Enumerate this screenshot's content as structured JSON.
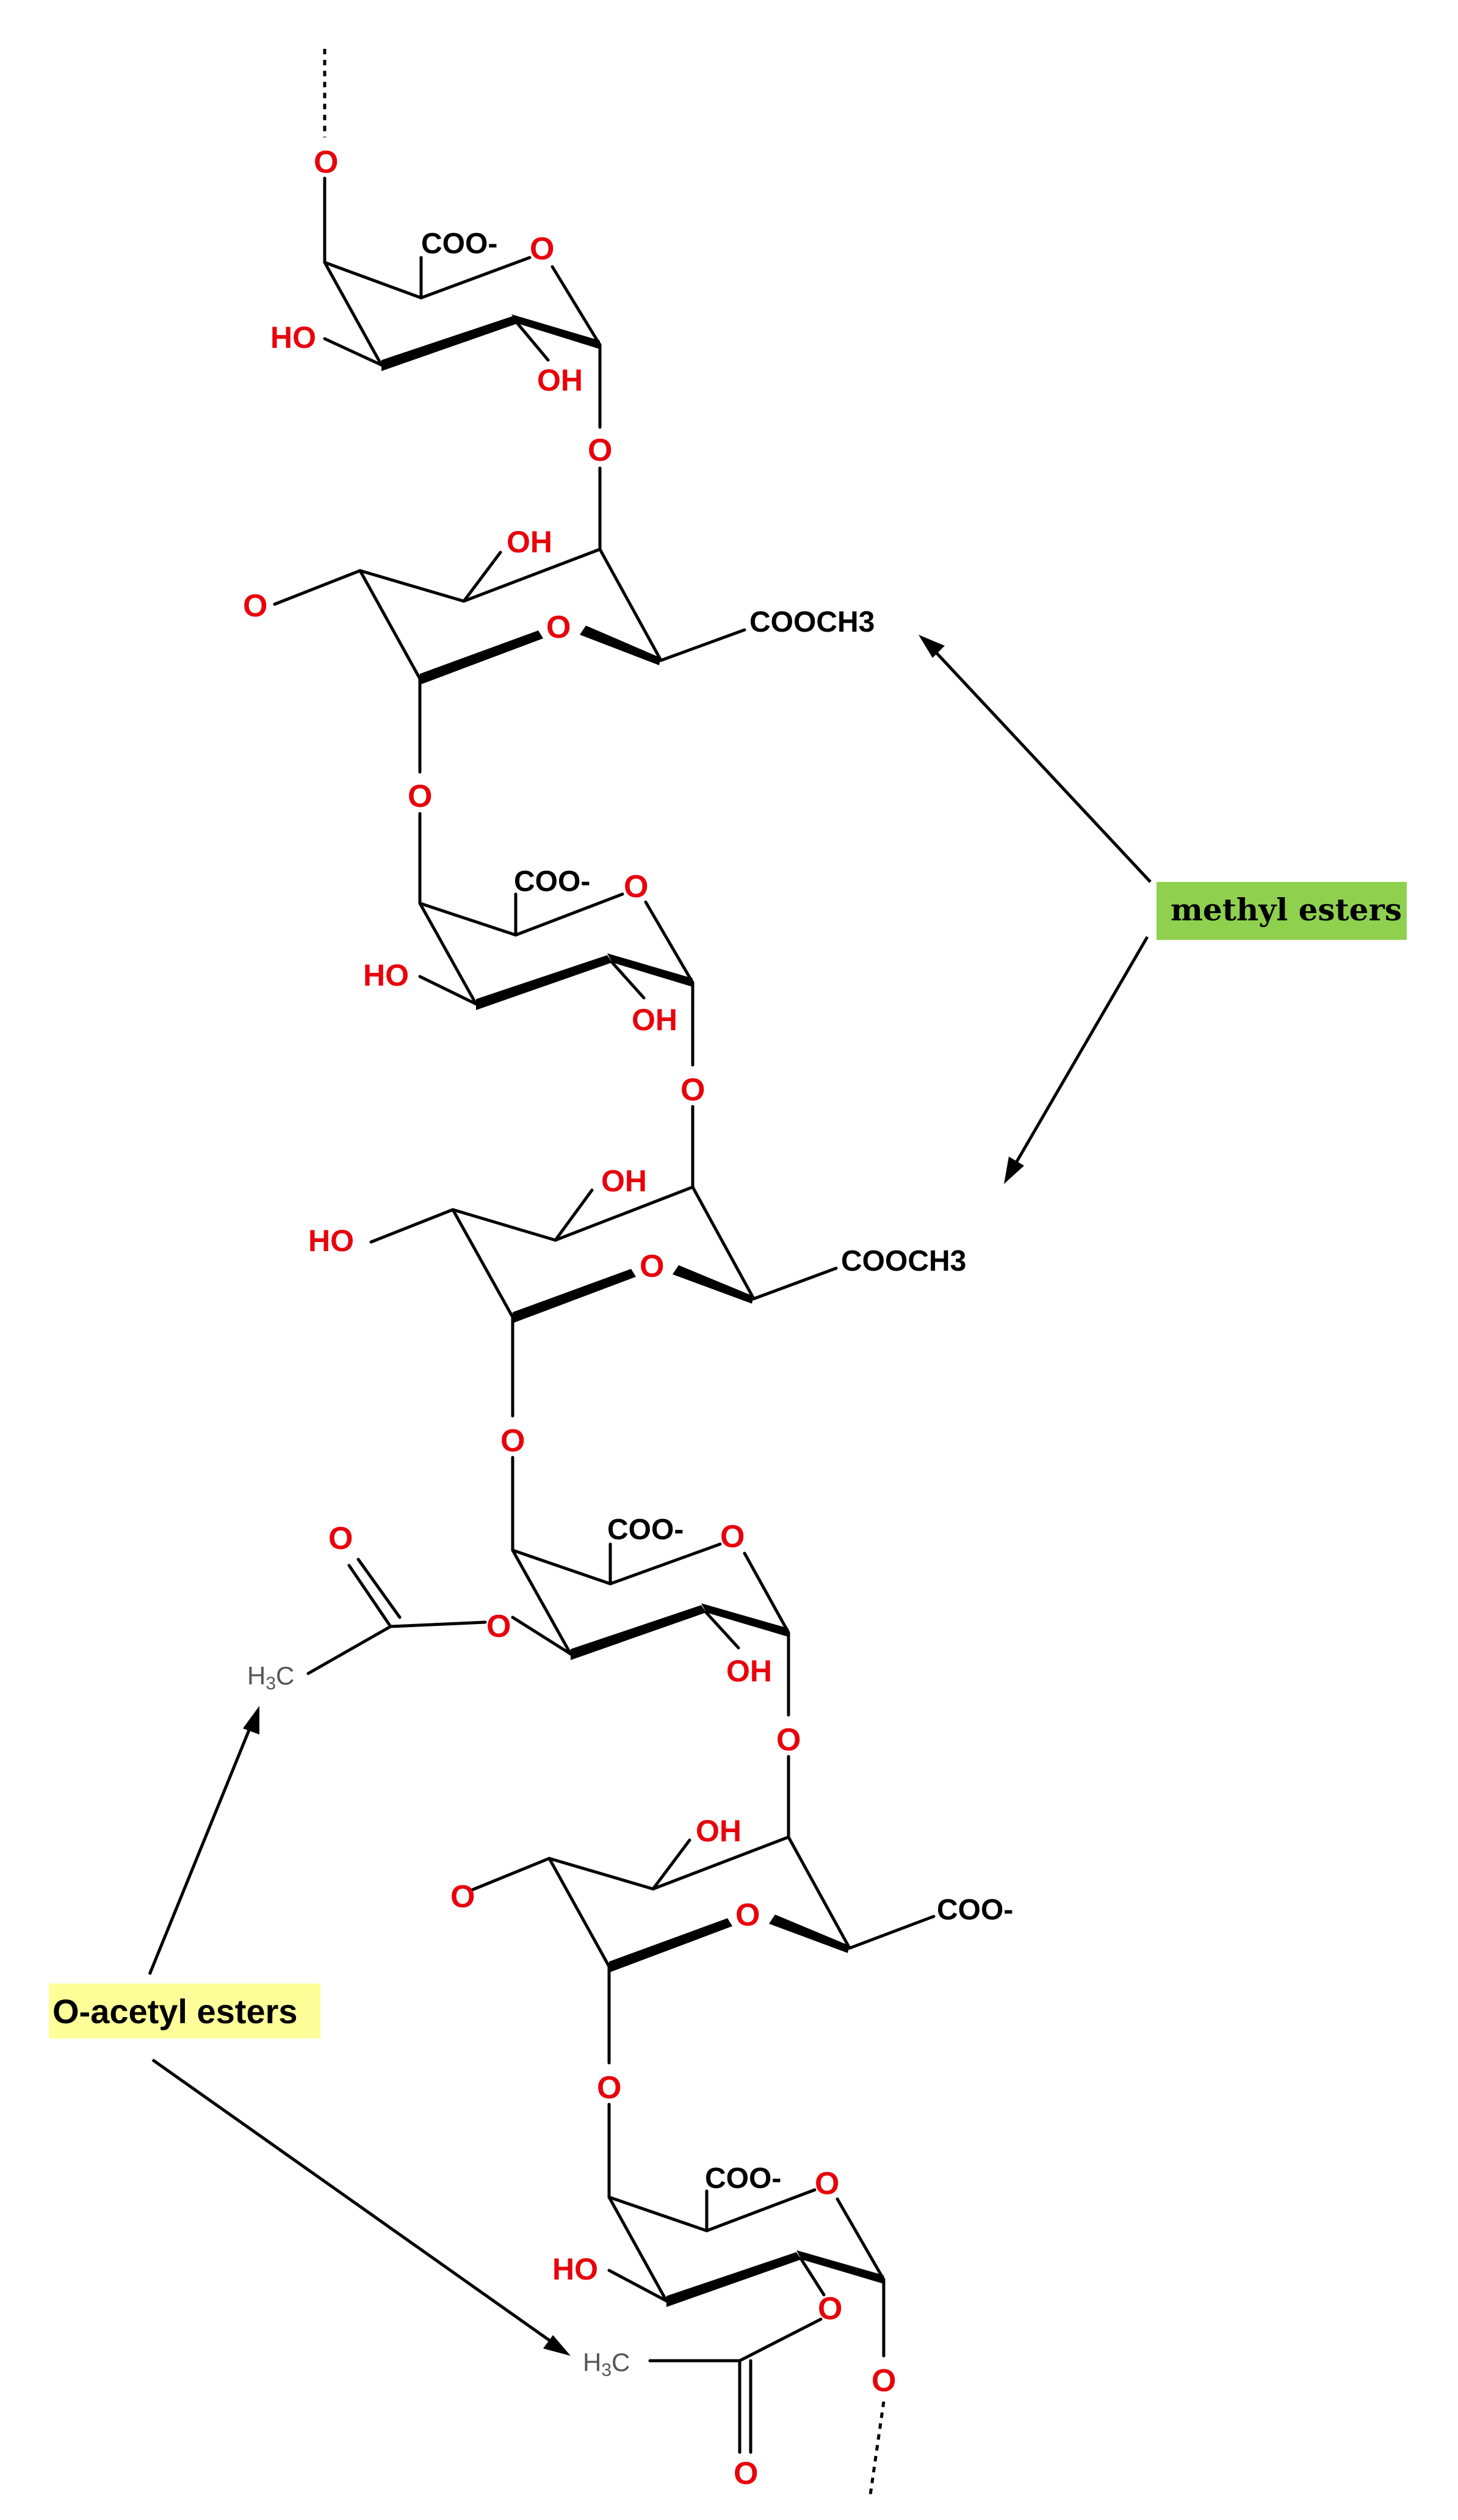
{
  "labels": {
    "methyl_esters": "methyl esters",
    "o_acetyl_esters": "O-acetyl esters"
  },
  "colors": {
    "oxygen": "#e8000b",
    "methyl_esters_bg": "#8fd14f",
    "o_acetyl_esters_bg": "#ffff99",
    "methyl_group": "#555555"
  },
  "units": [
    {
      "name": "unit-1",
      "ring_o": "O",
      "carboxyl": "COO-",
      "substituents": [
        "HO",
        "OH"
      ]
    },
    {
      "name": "unit-2",
      "ring_o": "O",
      "carboxyl": "COOCH3",
      "substituents": [
        "OH",
        "O"
      ]
    },
    {
      "name": "unit-3",
      "ring_o": "O",
      "carboxyl": "COO-",
      "substituents": [
        "HO",
        "OH"
      ]
    },
    {
      "name": "unit-4",
      "ring_o": "O",
      "carboxyl": "COOCH3",
      "substituents": [
        "OH",
        "HO"
      ]
    },
    {
      "name": "unit-5",
      "ring_o": "O",
      "carboxyl": "COO-",
      "substituents": [
        "OH"
      ]
    },
    {
      "name": "unit-6",
      "ring_o": "O",
      "carboxyl": "COO-",
      "substituents": [
        "OH",
        "O"
      ]
    },
    {
      "name": "unit-7",
      "ring_o": "O",
      "carboxyl": "COO-",
      "substituents": [
        "HO"
      ]
    }
  ],
  "linkages": [
    "O",
    "O",
    "O",
    "O",
    "O",
    "O",
    "O",
    "O"
  ],
  "acetyl_groups": [
    {
      "name": "acetyl-1",
      "methyl": "H",
      "methyl_sub": "3",
      "methyl_c": "C",
      "carbonyl_o": "O",
      "ester_o": "O"
    },
    {
      "name": "acetyl-2",
      "methyl": "H",
      "methyl_sub": "3",
      "methyl_c": "C",
      "carbonyl_o": "O",
      "ester_o": "O"
    }
  ]
}
